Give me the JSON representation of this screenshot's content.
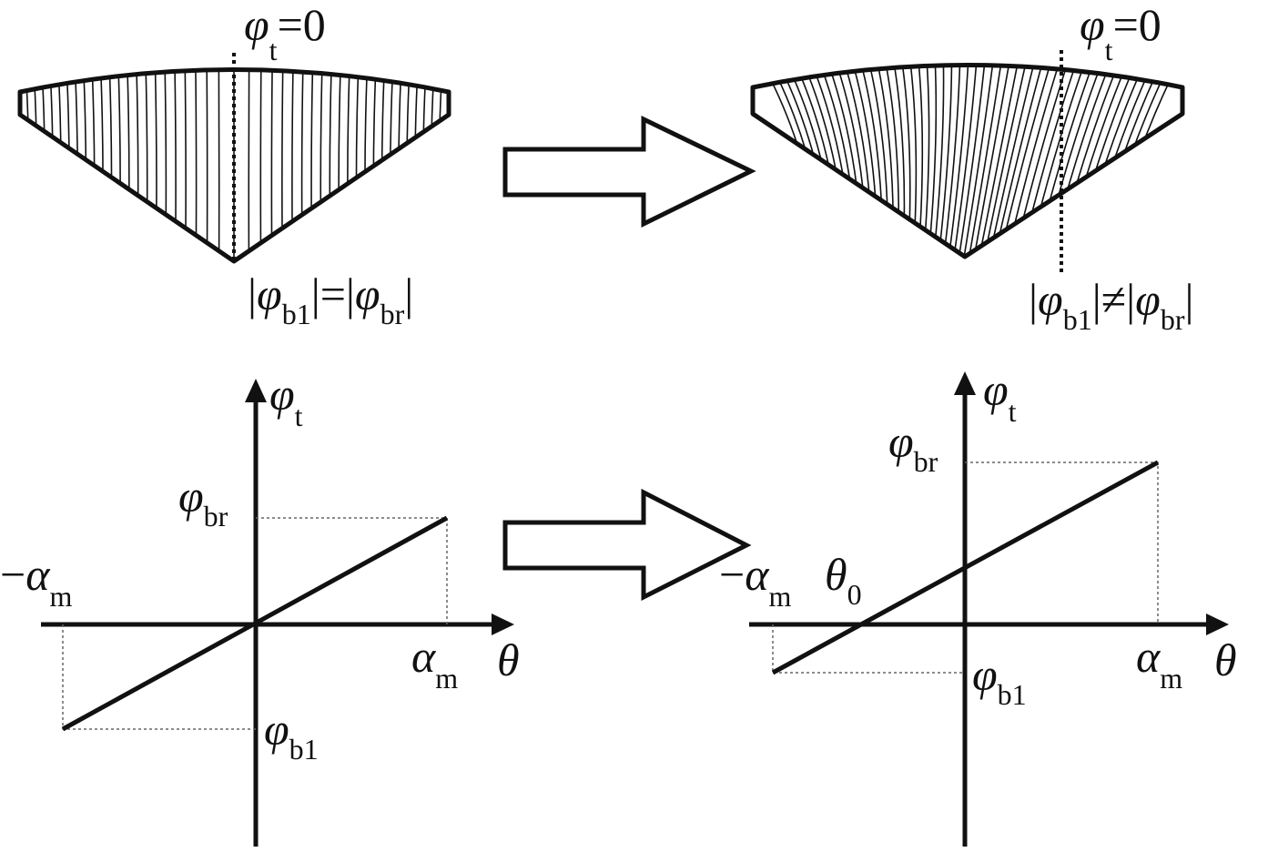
{
  "top_left": {
    "top_label": {
      "symbol": "φ",
      "sub": "t",
      "rest": "=0"
    },
    "bottom_label": {
      "open": "|",
      "symbol1": "φ",
      "sub1": "b1",
      "mid": "|=|",
      "symbol2": "φ",
      "sub2": "br",
      "close": "|"
    }
  },
  "top_right": {
    "top_label": {
      "symbol": "φ",
      "sub": "t",
      "rest": "=0"
    },
    "bottom_label": {
      "open": "|",
      "symbol1": "φ",
      "sub1": "b1",
      "mid": "|≠|",
      "symbol2": "φ",
      "sub2": "br",
      "close": "|"
    }
  },
  "graph_left": {
    "y_axis": {
      "symbol": "φ",
      "sub": "t"
    },
    "x_axis": {
      "symbol": "θ"
    },
    "upper_label": {
      "symbol": "φ",
      "sub": "br"
    },
    "lower_label": {
      "symbol": "φ",
      "sub": "b1"
    },
    "neg_alpha": {
      "minus": "−",
      "symbol": "α",
      "sub": "m"
    },
    "pos_alpha": {
      "symbol": "α",
      "sub": "m"
    }
  },
  "graph_right": {
    "y_axis": {
      "symbol": "φ",
      "sub": "t"
    },
    "x_axis": {
      "symbol": "θ"
    },
    "upper_label": {
      "symbol": "φ",
      "sub": "br"
    },
    "lower_label": {
      "symbol": "φ",
      "sub": "b1"
    },
    "neg_alpha": {
      "minus": "−",
      "symbol": "α",
      "sub": "m"
    },
    "pos_alpha": {
      "symbol": "α",
      "sub": "m"
    },
    "zero_crossing": {
      "symbol": "θ",
      "sub": "0"
    }
  },
  "colors": {
    "ink": "#111111",
    "guide": "#666666",
    "background": "#ffffff"
  }
}
